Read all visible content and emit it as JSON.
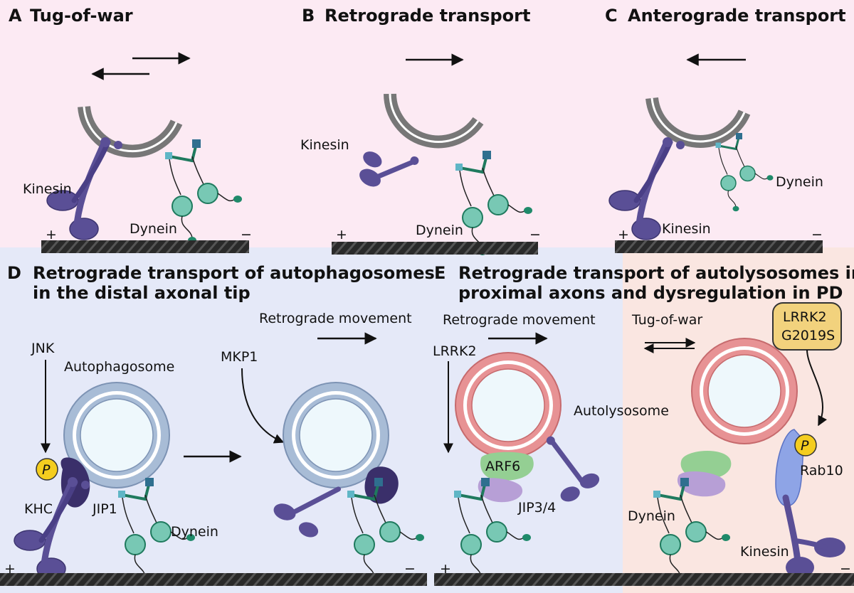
{
  "colors": {
    "top_bg": "#fceaf3",
    "bottom_left_bg": "#e5e9f8",
    "bottom_right_bg": "#fae6e1",
    "kinesin": "#5a4f96",
    "kinesin_dark": "#3d3570",
    "dynein_ring": "#78c8b4",
    "dynein_dark": "#1f7a5e",
    "dynein_cap": "#5fb6c6",
    "microtubule": "#222222",
    "cargo_gray": "#8a8a8a",
    "autophagosome": "#a8bcd6",
    "autolysosome": "#e79294",
    "arf6": "#94cf93",
    "jip34": "#b79fd6",
    "lrrk2_box": "#f2d27d",
    "phospho": "#f4cd1f",
    "rab10": "#8ea4e6",
    "jip1": "#3a2f6a"
  },
  "panels": {
    "a": {
      "letter": "A",
      "title": "Tug-of-war",
      "kinesin": "Kinesin",
      "dynein": "Dynein",
      "plus": "+",
      "minus": "−"
    },
    "b": {
      "letter": "B",
      "title": "Retrograde transport",
      "kinesin": "Kinesin",
      "dynein": "Dynein",
      "plus": "+",
      "minus": "−"
    },
    "c": {
      "letter": "C",
      "title": "Anterograde transport",
      "kinesin": "Kinesin",
      "dynein": "Dynein",
      "plus": "+",
      "minus": "−"
    },
    "d": {
      "letter": "D",
      "title_line1": "Retrograde transport of autophagosomes",
      "title_line2": "in the distal axonal tip",
      "movement": "Retrograde movement",
      "jnk": "JNK",
      "autophagosome": "Autophagosome",
      "mkp1": "MKP1",
      "khc": "KHC",
      "jip1": "JIP1",
      "dynein": "Dynein",
      "p": "P",
      "plus": "+",
      "minus": "−"
    },
    "e": {
      "letter": "E",
      "title_line1": "Retrograde transport of autolysosomes in",
      "title_line2": "proximal axons and dysregulation in PD",
      "movement": "Retrograde movement",
      "tug": "Tug-of-war",
      "lrrk2": "LRRK2",
      "lrrk2_box_line1": "LRRK2",
      "lrrk2_box_line2": "G2019S",
      "autolysosome": "Autolysosome",
      "arf6": "ARF6",
      "jip34": "JIP3/4",
      "dynein": "Dynein",
      "kinesin": "Kinesin",
      "rab10": "Rab10",
      "p": "P",
      "plus": "+",
      "minus": "−"
    }
  }
}
